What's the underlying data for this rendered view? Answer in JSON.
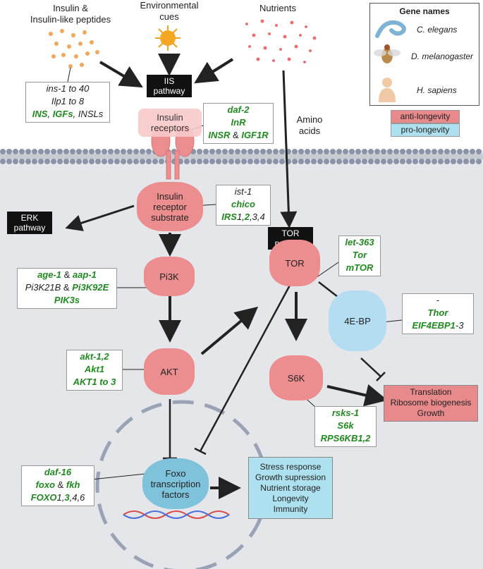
{
  "inputs": {
    "insulin": "Insulin &\nInsulin-like peptides",
    "environmental": "Environmental\ncues",
    "nutrients": "Nutrients",
    "amino_acids": "Amino\nacids"
  },
  "pathways": {
    "iis": "IIS\npathway",
    "erk": "ERK\npathway",
    "tor": "TOR\npathway"
  },
  "proteins": {
    "insulin_receptors": "Insulin\nreceptors",
    "irs": "Insulin\nreceptor\nsubstrate",
    "pi3k": "Pi3K",
    "akt": "AKT",
    "tor": "TOR",
    "s6k": "S6K",
    "ebp": "4E-BP",
    "foxo": "Foxo\ntranscription\nfactors"
  },
  "gene_boxes": {
    "ins": [
      [
        {
          "t": "ins-1 to 40",
          "s": "k"
        }
      ],
      [
        {
          "t": "Ilp1 to 8",
          "s": "k"
        }
      ],
      [
        {
          "t": "INS",
          "s": "g"
        },
        {
          "t": ", ",
          "s": "k"
        },
        {
          "t": "IGFs",
          "s": "g"
        },
        {
          "t": ", INSLs",
          "s": "k"
        }
      ]
    ],
    "receptor": [
      [
        {
          "t": "daf-2",
          "s": "g"
        }
      ],
      [
        {
          "t": "InR",
          "s": "g"
        }
      ],
      [
        {
          "t": "INSR",
          "s": "g"
        },
        {
          "t": " & ",
          "s": "n"
        },
        {
          "t": "IGF1R",
          "s": "g"
        }
      ]
    ],
    "irs": [
      [
        {
          "t": "ist-1",
          "s": "k"
        }
      ],
      [
        {
          "t": "chico",
          "s": "g"
        }
      ],
      [
        {
          "t": "IRS",
          "s": "g"
        },
        {
          "t": "1,",
          "s": "k"
        },
        {
          "t": "2",
          "s": "g"
        },
        {
          "t": ",3,4",
          "s": "k"
        }
      ]
    ],
    "pi3k": [
      [
        {
          "t": "age-1",
          "s": "g"
        },
        {
          "t": " & ",
          "s": "n"
        },
        {
          "t": "aap-1",
          "s": "g"
        }
      ],
      [
        {
          "t": "Pi3K21B",
          "s": "k"
        },
        {
          "t": " & ",
          "s": "n"
        },
        {
          "t": "Pi3K92E",
          "s": "g"
        }
      ],
      [
        {
          "t": "PIK3s",
          "s": "g"
        }
      ]
    ],
    "akt": [
      [
        {
          "t": "akt-1,2",
          "s": "g"
        }
      ],
      [
        {
          "t": "Akt1",
          "s": "g"
        }
      ],
      [
        {
          "t": "AKT1 to 3",
          "s": "g"
        }
      ]
    ],
    "tor": [
      [
        {
          "t": "let-363",
          "s": "g"
        }
      ],
      [
        {
          "t": "Tor",
          "s": "g"
        }
      ],
      [
        {
          "t": "mTOR",
          "s": "g"
        }
      ]
    ],
    "ebp": [
      [
        {
          "t": "-",
          "s": "n"
        }
      ],
      [
        {
          "t": "Thor",
          "s": "g"
        }
      ],
      [
        {
          "t": "EIF4EBP1",
          "s": "g"
        },
        {
          "t": "-3",
          "s": "k"
        }
      ]
    ],
    "s6k": [
      [
        {
          "t": "rsks-1",
          "s": "g"
        }
      ],
      [
        {
          "t": "S6k",
          "s": "g"
        }
      ],
      [
        {
          "t": "RPS6KB1,2",
          "s": "g"
        }
      ]
    ],
    "foxo": [
      [
        {
          "t": "daf-16",
          "s": "g"
        }
      ],
      [
        {
          "t": "foxo",
          "s": "g"
        },
        {
          "t": " & ",
          "s": "n"
        },
        {
          "t": "fkh",
          "s": "g"
        }
      ],
      [
        {
          "t": "FOXO",
          "s": "g"
        },
        {
          "t": "1,",
          "s": "k"
        },
        {
          "t": "3",
          "s": "g"
        },
        {
          "t": ",4,6",
          "s": "k"
        }
      ]
    ]
  },
  "outputs": {
    "translation": "Translation\nRibosome biogenesis\nGrowth",
    "foxo_targets": "Stress response\nGrowth supression\nNutrient storage\nLongevity\nImmunity"
  },
  "legend": {
    "title": "Gene names",
    "species": [
      "C. elegans",
      "D. melanogaster",
      "H. sapiens"
    ],
    "anti": "anti-longevity",
    "pro": "pro-longevity"
  },
  "colors": {
    "anti": "#e8898b",
    "pro": "#aee1ef",
    "gene_green": "#1f8a1f",
    "protein_pink": "#ec8e90",
    "ebp_blue": "#b5ddf2",
    "foxo_blue": "#7fc2dc",
    "cell": "#e4e6ea"
  }
}
